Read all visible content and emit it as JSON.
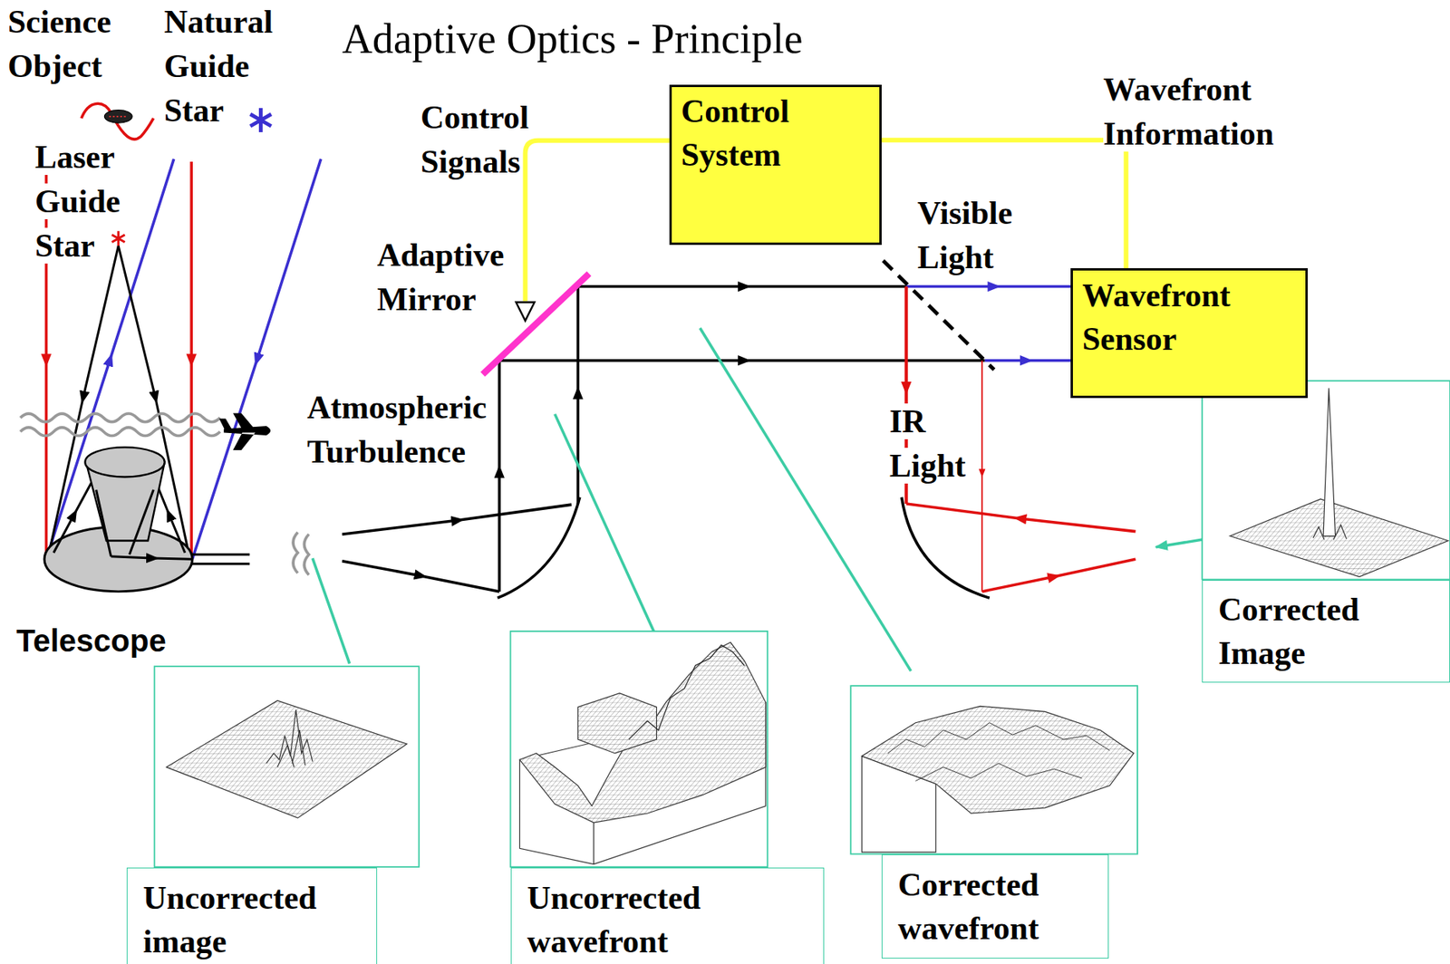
{
  "diagram": {
    "title": "Adaptive Optics - Principle",
    "nodes": [
      {
        "text": [
          "Control System"
        ]
      },
      {
        "text": [
          "Wavefront Sensor"
        ]
      },
      {
        "text": [
          "Corrected Image"
        ]
      },
      {
        "text": [
          "Uncorrected image"
        ]
      },
      {
        "text": [
          "Uncorrected wavefront"
        ]
      },
      {
        "text": [
          "Corrected wavefront"
        ]
      }
    ],
    "edges": [
      {
        "from": 1,
        "to": 0,
        "arrow": "none"
      }
    ],
    "labels": [
      "Science Object",
      "Natural Guide Star",
      "Laser Guide Star",
      "Control Signals",
      "Wavefront Information",
      "Visible Light",
      "Adaptive Mirror",
      "Atmospheric Turbulence",
      "IR Light",
      "Telescope"
    ]
  }
}
